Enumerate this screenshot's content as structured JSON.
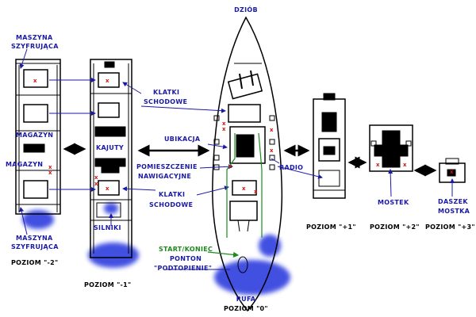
{
  "labels": {
    "bow": "DZIÓB",
    "cipher_machine_top_1": "MASZYNA",
    "cipher_machine_top_2": "SZYFRUJĄCA",
    "warehouse_1": "MAGAZYN",
    "warehouse_2": "MAGAZYN",
    "cipher_machine_bottom_1": "MASZYNA",
    "cipher_machine_bottom_2": "SZYFRUJĄCA",
    "stairs_top_1": "KLATKI",
    "stairs_top_2": "SCHODOWE",
    "cabins": "KAJUTY",
    "quarters": "UBIKACJA",
    "nav_room_1": "POMIESZCZENIE",
    "nav_room_2": "NAWIGACYJNE",
    "stairs_bottom_1": "KLATKI",
    "stairs_bottom_2": "SCHODOWE",
    "engines": "SILNIKI",
    "radio": "RADIO",
    "start_end": "START/KONIEC",
    "pontoon": "PONTON",
    "pontoon_sub": "\"PODTOPIENIE\"",
    "bridge": "MOSTEK",
    "bridge_roof_1": "DASZEK",
    "bridge_roof_2": "MOSTKA",
    "stern": "RUFA"
  },
  "levels": {
    "minus2": "POZIOM \"-2\"",
    "minus1": "POZIOM \"-1\"",
    "zero": "POZIOM \"0\"",
    "plus1": "POZIOM \"+1\"",
    "plus2": "POZIOM \"+2\"",
    "plus3": "POZIOM \"+3\""
  },
  "colors": {
    "label_blue": "#1a1aa8",
    "water_blue": "#2233dd",
    "path_green": "#1d8a1d",
    "marker_red": "#d11111"
  }
}
